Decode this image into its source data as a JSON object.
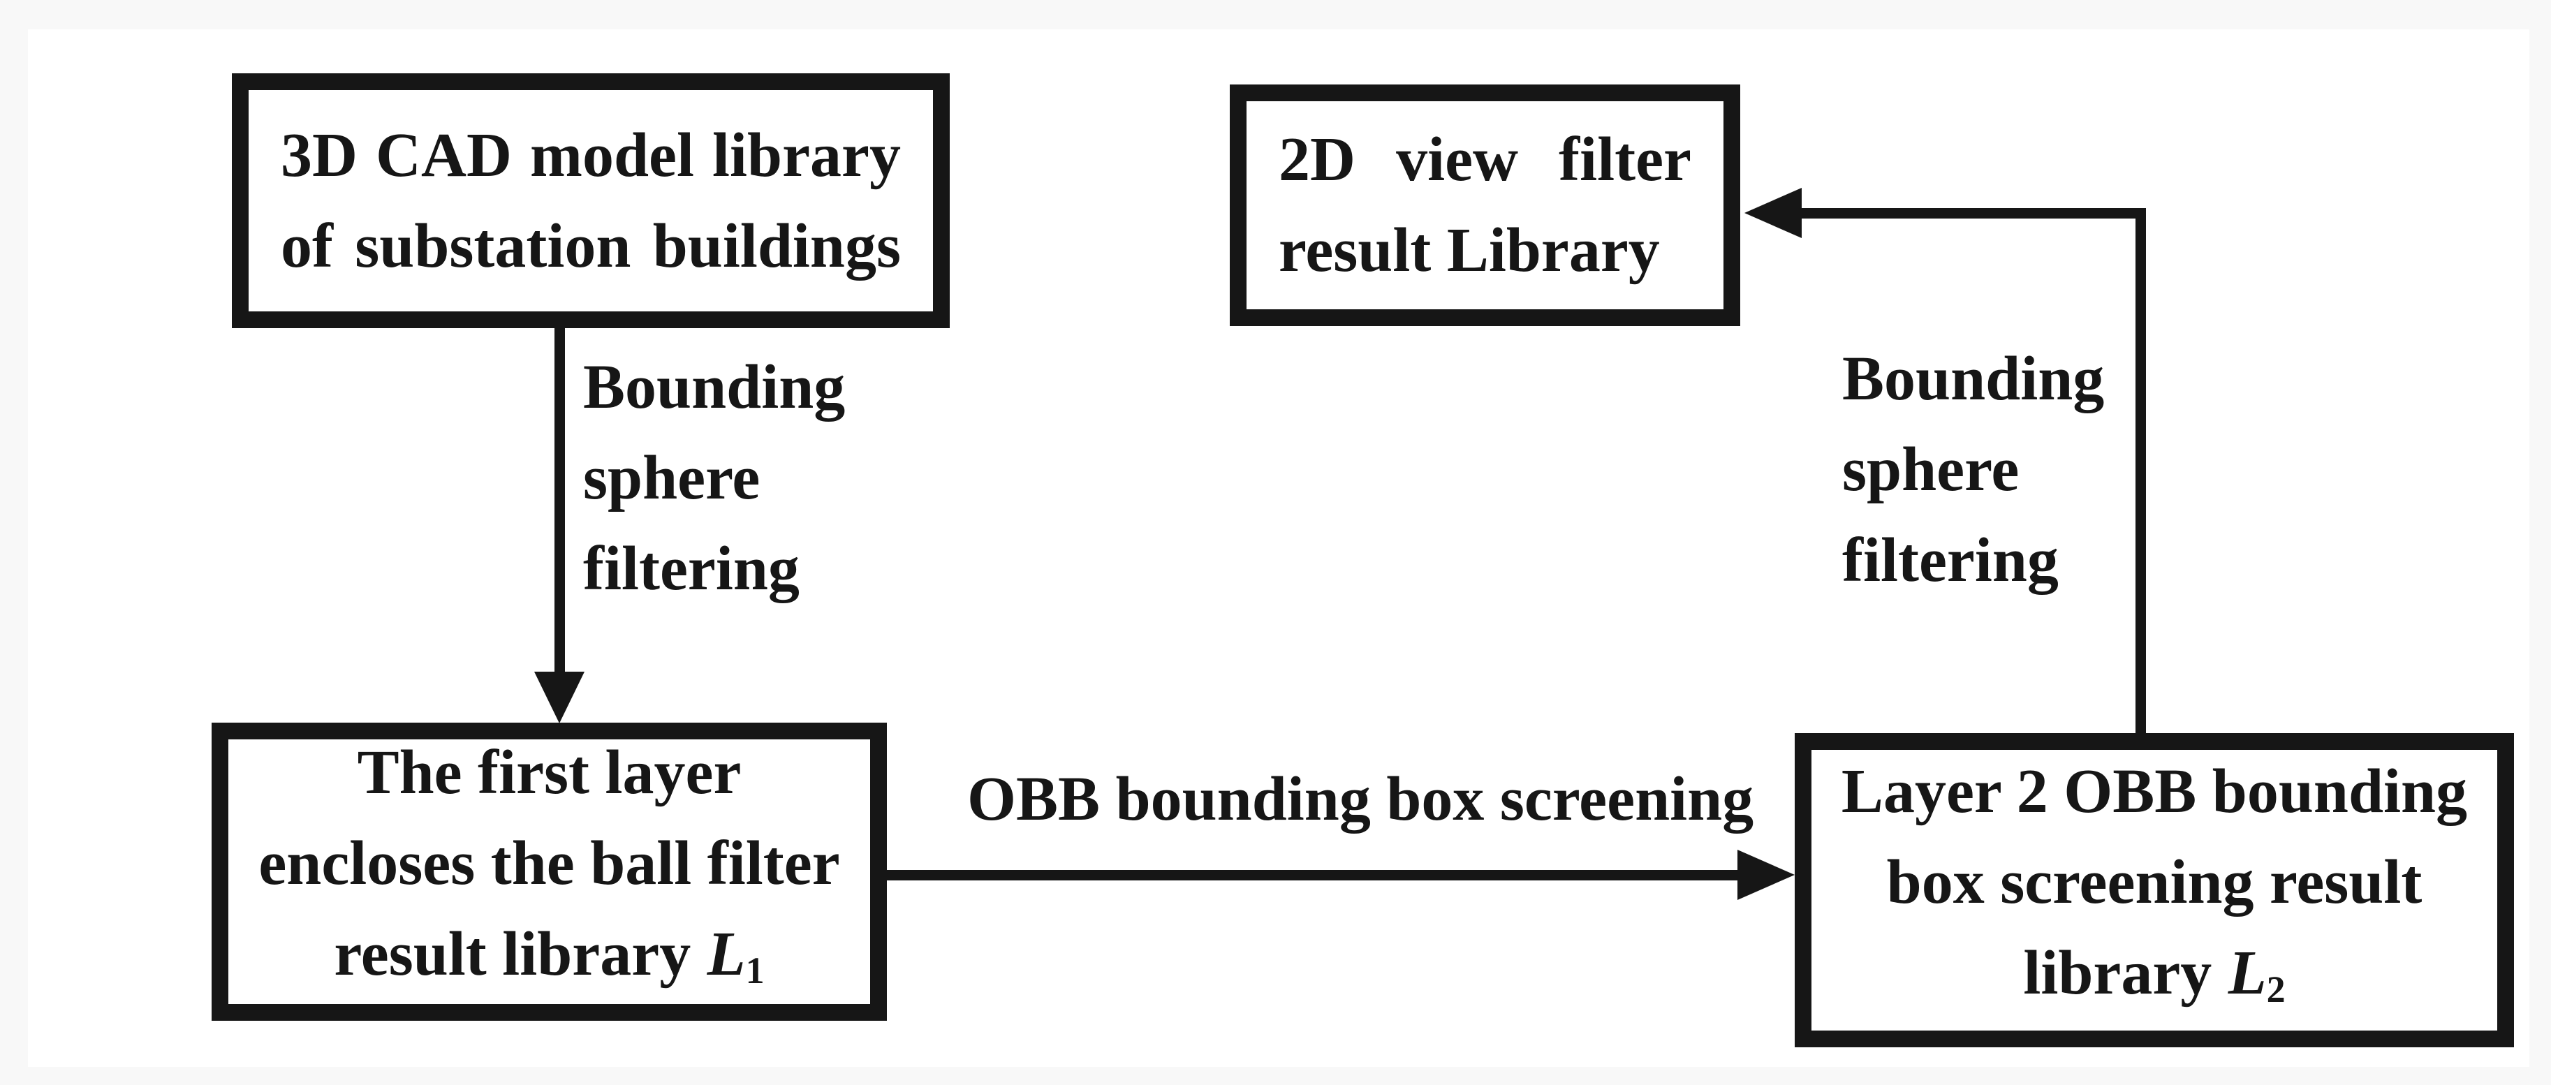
{
  "page": {
    "background_color": "#f8f8f8",
    "panel_color": "#ffffff",
    "ink_color": "#161616"
  },
  "boxes": {
    "cad_library": {
      "lines": [
        "3D CAD model library",
        "of substation buildings"
      ]
    },
    "view_filter_library": {
      "lines": [
        "2D view filter",
        "result Library"
      ]
    },
    "first_layer_library": {
      "lines": [
        "The first layer",
        "encloses the ball filter"
      ],
      "last_line": {
        "prefix": "result library",
        "symbol": "L",
        "subscript": "1"
      }
    },
    "layer2_library": {
      "lines": [
        "Layer 2 OBB bounding",
        "box screening result"
      ],
      "last_line": {
        "prefix": "library",
        "symbol": "L",
        "subscript": "2"
      }
    }
  },
  "arrows": {
    "bounding_sphere_down": {
      "lines": [
        "Bounding",
        "sphere",
        "filtering"
      ]
    },
    "obb_screening_right": {
      "label": "OBB bounding box screening"
    },
    "bounding_sphere_up": {
      "lines": [
        "Bounding",
        "sphere",
        "filtering"
      ]
    }
  }
}
